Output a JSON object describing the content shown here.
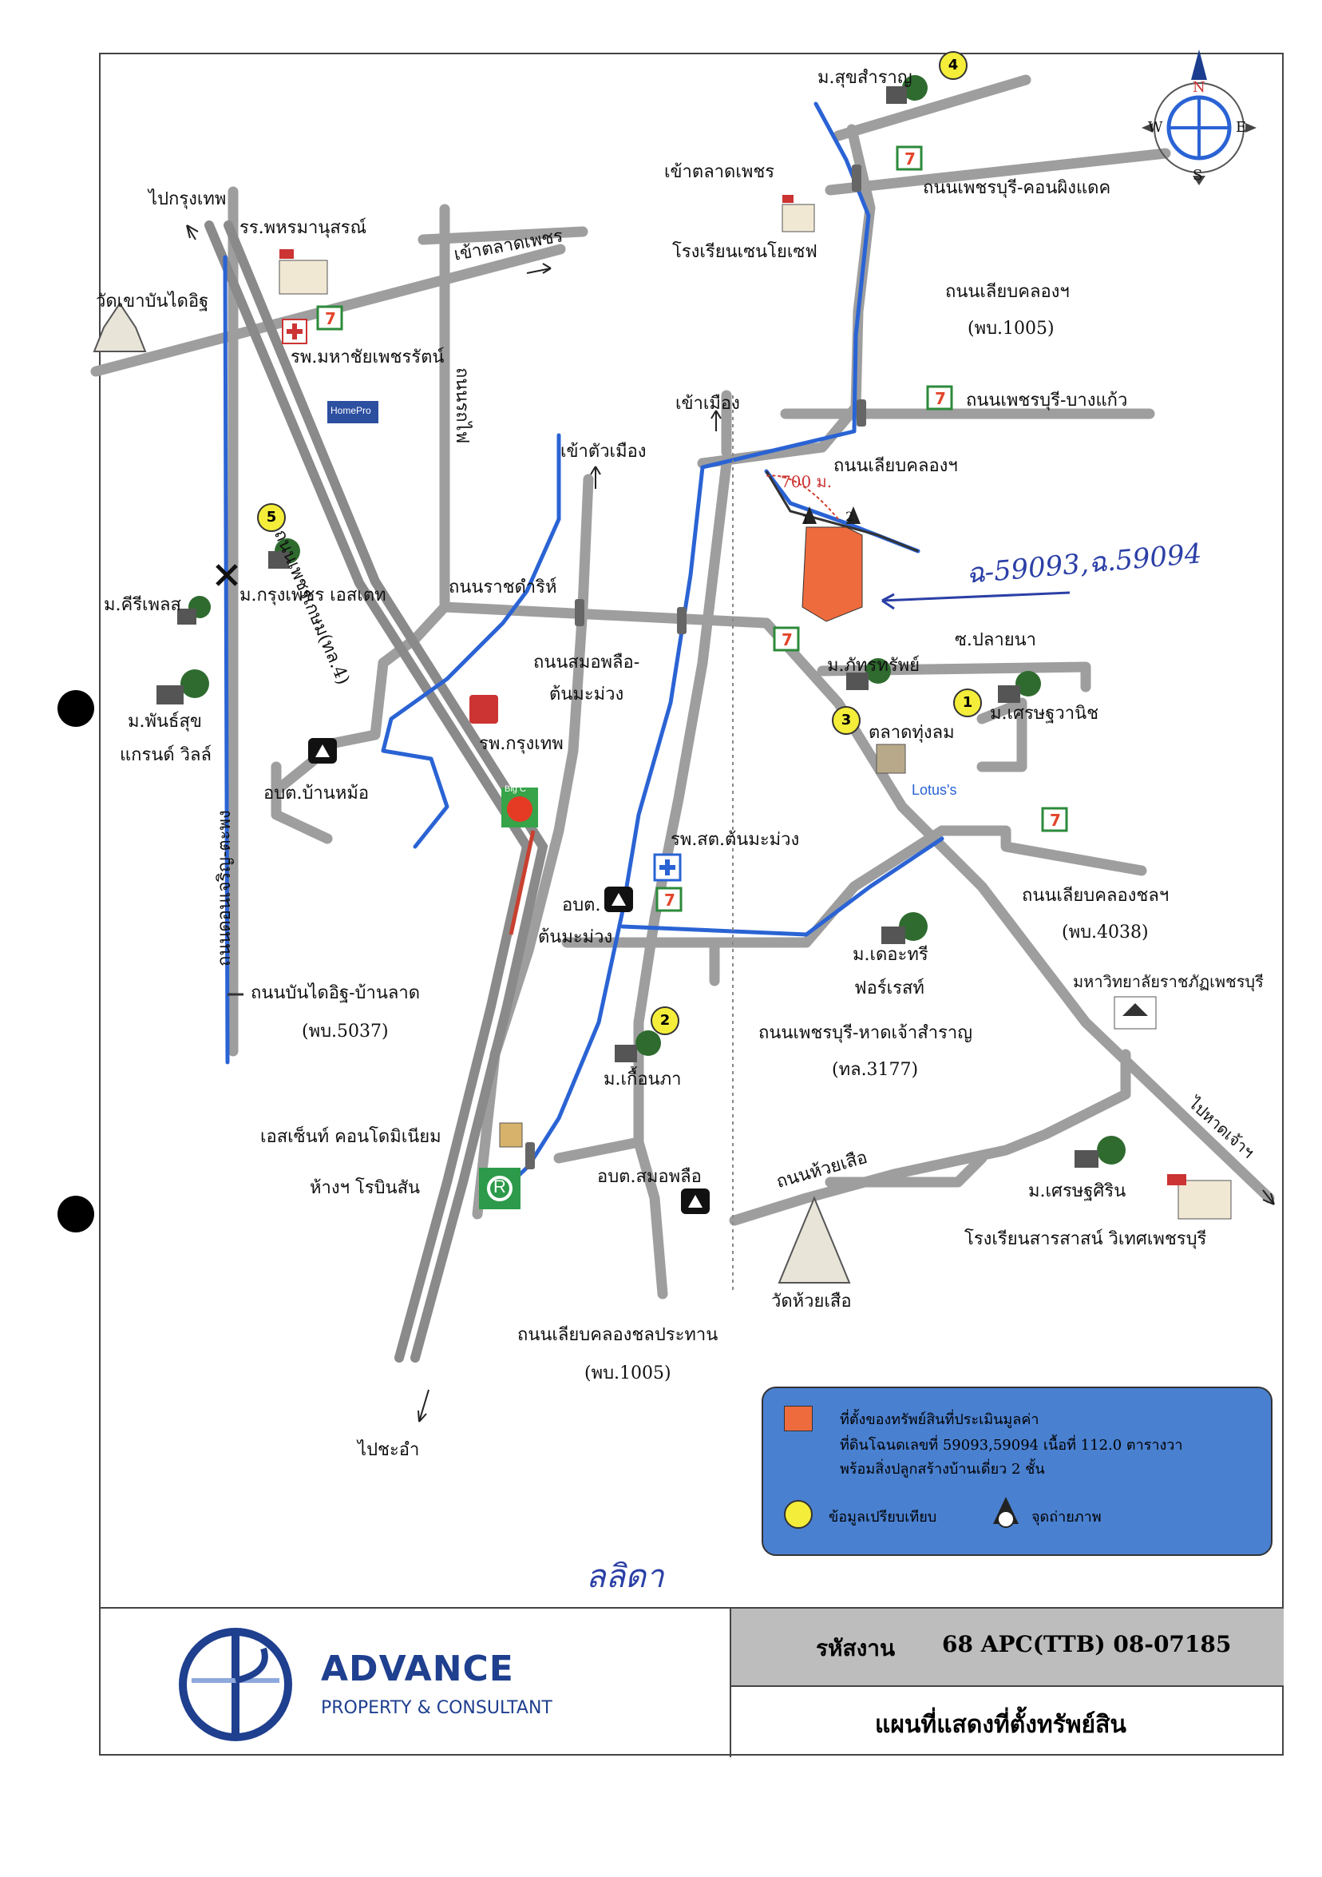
{
  "colors": {
    "road": "#9e9e9e",
    "canal": "#2a63d4",
    "rail": "#555555",
    "site": "#ee6b3e",
    "circle": "#f4ee3a",
    "legend_bg": "#4a80d0",
    "handwriting": "#2b3fa6"
  },
  "compass": {
    "n": "N",
    "e": "E",
    "s": "S",
    "w": "W"
  },
  "labels": {
    "to_bangkok": "ไปกรุงเทพ",
    "pm_school": "รร.พหรมานุสรณ์",
    "wat_khao_bandai_it": "วัดเขาบันไดอิฐ",
    "mahachai_hospital": "รพ.มหาชัยเพชรรัตน์",
    "to_phet_market_left": "เข้าตลาดเพชร",
    "phetkasem_road": "ถนนเพชรเกษม(ทล.4)",
    "rot_fai_road": "ถนนรถไฟ",
    "to_city_center": "เข้าตัวเมือง",
    "khiri_place": "ม.คีรีเพลส",
    "krung_phet_estate": "ม.กรุงเพชร เอสเตท",
    "ratchadamri_road": "ถนนราชดำริห์",
    "samo_phlue_road_1": "ถนนสมอพลือ-",
    "samo_phlue_road_2": "ต้นมะม่วง",
    "phansuk_1": "ม.พันธ์สุข",
    "phansuk_2": "แกรนด์ วิลล์",
    "bangkok_hospital": "รพ.กรุงเทพ",
    "ban_mo_sao": "อบต.บ้านหม้อ",
    "khao_krachio_road": "ถนนดอนเจริญ-ตะพง",
    "ton_mamuang_health": "รพ.สต.ต้นมะม่วง",
    "obt_1": "อบต.",
    "obt_2": "ต้นมะม่วง",
    "bandai_it_road": "ถนนบันไดอิฐ-บ้านลาด",
    "bandai_it_road_code": "(พบ.5037)",
    "suk_samran": "ม.สุขสำราญ",
    "to_phet_market_top": "เข้าตลาดเพชร",
    "st_joseph": "โรงเรียนเซนโยเซฟ",
    "phet_khon_road": "ถนนเพชรบุรี-คอนผิงแดค",
    "liap_khlong_road": "ถนนเลียบคลองฯ",
    "liap_khlong_code": "(พบ.1005)",
    "to_city": "เข้าเมือง",
    "phet_bangkaeo_road": "ถนนเพชรบุรี-บางแก้ว",
    "liap_khlong_road_2": "ถนนเลียบคลองฯ",
    "distance": "700 ม.",
    "handwritten_deed": "ฉ-59093,ฉ.59094",
    "pattaradsap": "ม.ภัทรทรัพย์",
    "soi_playna": "ซ.ปลายนา",
    "thung_lom_market": "ตลาดทุ่งลม",
    "setthavanit": "ม.เศรษฐวานิช",
    "lotus": "Lotus's",
    "liap_khlong_chon_road": "ถนนเลียบคลองชลฯ",
    "liap_khlong_chon_code": "(พบ.4038)",
    "rajabhat": "มหาวิทยาลัยราชภัฏเพชรบุรี",
    "the_tree_1": "ม.เดอะทรี",
    "the_tree_2": "ฟอร์เรสท์",
    "phet_hat_road": "ถนนเพชรบุรี-หาดเจ้าสำราญ",
    "phet_hat_code": "(ทล.3177)",
    "kuenpha": "ม.เกื้อนภา",
    "to_hat_chao": "ไปหาดเจ้าฯ",
    "ascent_condo": "เอสเซ็นท์ คอนโดมิเนียม",
    "robinson": "ห้างฯ โรบินสัน",
    "obt_samo_phlue": "อบต.สมอพลือ",
    "huai_suea_road": "ถนนห้วยเสือ",
    "setthasirin": "ม.เศรษฐศิริน",
    "sarasas_school": "โรงเรียนสารสาสน์ วิเทศเพชรบุรี",
    "wat_huai_suea": "วัดห้วยเสือ",
    "liap_khlong_chon_pra": "ถนนเลียบคลองชลประทาน",
    "liap_khlong_chon_pra_code": "(พบ.1005)",
    "to_cha_am": "ไปชะอำ",
    "handwritten_sign": "ลลิดา"
  },
  "markers": [
    "1",
    "2",
    "3",
    "4",
    "5"
  ],
  "photo_points": [
    "1",
    "2"
  ],
  "legend": {
    "line1": "ที่ตั้งของทรัพย์สินที่ประเมินมูลค่า",
    "line2": "ที่ดินโฉนดเลขที่ 59093,59094 เนื้อที่ 112.0 ตารางวา",
    "line3": "พร้อมสิ่งปลูกสร้างบ้านเดี่ยว 2 ชั้น",
    "compare": "ข้อมูลเปรียบเทียบ",
    "photo": "จุดถ่ายภาพ"
  },
  "title_block": {
    "company": "ADVANCE",
    "subtitle": "PROPERTY & CONSULTANT",
    "code_label": "รหัสงาน",
    "code_value": "68 APC(TTB) 08-07185",
    "map_title": "แผนที่แสดงที่ตั้งทรัพย์สิน"
  },
  "icons": {
    "seven_eleven": "7",
    "hospital": "+",
    "big_c": "Big C",
    "home_pro": "HomePro",
    "robinson": "R"
  }
}
